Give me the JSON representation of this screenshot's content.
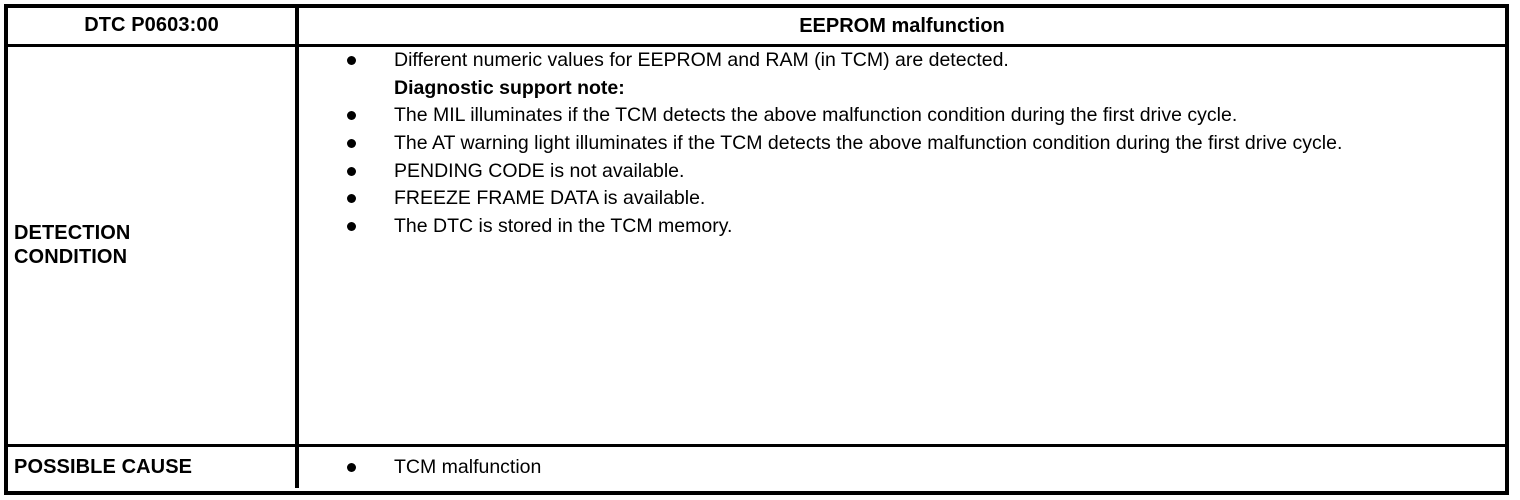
{
  "table": {
    "header": {
      "code_label": "DTC P0603:00",
      "title": "EEPROM malfunction"
    },
    "rows": [
      {
        "label": "DETECTION\nCONDITION",
        "items": [
          {
            "kind": "bullet",
            "text": "Different numeric values for EEPROM and RAM (in TCM) are detected."
          },
          {
            "kind": "note",
            "text": "Diagnostic support note:"
          },
          {
            "kind": "bullet",
            "text": "The MIL illuminates if the TCM detects the above malfunction condition during the first drive cycle."
          },
          {
            "kind": "bullet",
            "text": "The AT warning light illuminates if the TCM detects the above malfunction condition during the first drive cycle."
          },
          {
            "kind": "bullet",
            "text": "PENDING CODE is not available."
          },
          {
            "kind": "bullet",
            "text": "FREEZE FRAME DATA is available."
          },
          {
            "kind": "bullet",
            "text": "The DTC is stored in the TCM memory."
          }
        ]
      },
      {
        "label": "POSSIBLE CAUSE",
        "items": [
          {
            "kind": "bullet",
            "text": "TCM malfunction"
          }
        ]
      }
    ]
  },
  "colors": {
    "border": "#000000",
    "text": "#000000",
    "background": "#ffffff"
  }
}
